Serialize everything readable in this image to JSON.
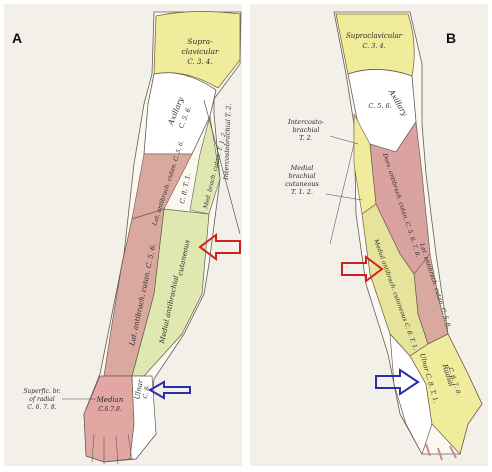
{
  "panel_a": {
    "letter": "A",
    "labels": {
      "supraclavicular": [
        "Supra-",
        "clavicular",
        "C. 3. 4."
      ],
      "axillary": [
        "Axillary",
        "C. 5. 6."
      ],
      "intercostobrachial": "Intercostobrachial T. 2.",
      "med_brach": "Med. brach. cutan. T. 1. 2.",
      "lat_upper": "Lat. antibrach. cutan. C. 5, 6.",
      "c8": "C. 8. T. 1.",
      "cutaneous": "cutaneous",
      "lat_antibrach": "Lat. antibrach. cutan. C. 5. 6.",
      "medial_antibrach": "Medial antibrachial",
      "superfic": [
        "Superfic. br.",
        "of radial",
        "C. 6. 7. 8."
      ],
      "median": [
        "Median",
        "C.6.7.8."
      ],
      "ulnar": [
        "Ulnar",
        "C. 8."
      ]
    }
  },
  "panel_b": {
    "letter": "B",
    "labels": {
      "supraclavicular": [
        "Supraclavicular",
        "C. 3. 4."
      ],
      "axillary": [
        "Axillary",
        "C. 5. 6."
      ],
      "intercosto": [
        "Intercosto-",
        "brachial",
        "T. 2."
      ],
      "medial_brach": [
        "Medial",
        "brachial",
        "cutaneous",
        "T. 1. 2."
      ],
      "dors_antibrach": "Dors. antibrach. cutan. C. 5. 6. 7. 8.",
      "lat_antibrach": "Lat. antibrach. cutan. C. 5. 6.",
      "medial_antibrach": "Medial antibrach. cutaneous C. 8. T. 1.",
      "radial": [
        "Radial",
        "C. 6. 7. 8."
      ],
      "ulnar": "Ulnar C. 8. T. 1."
    }
  },
  "colors": {
    "background": "#f3f0ea",
    "supraclavicular": "#f0ec9c",
    "axillary": "#ffffff",
    "medial_cutaneous": "#dfe8b0",
    "lateral_cutaneous": "#d9a89e",
    "median": "#e2a6a3",
    "dors_antibrach": "#dba3a0",
    "red_arrow": "#d0211f",
    "blue_arrow": "#2b2fa8"
  }
}
